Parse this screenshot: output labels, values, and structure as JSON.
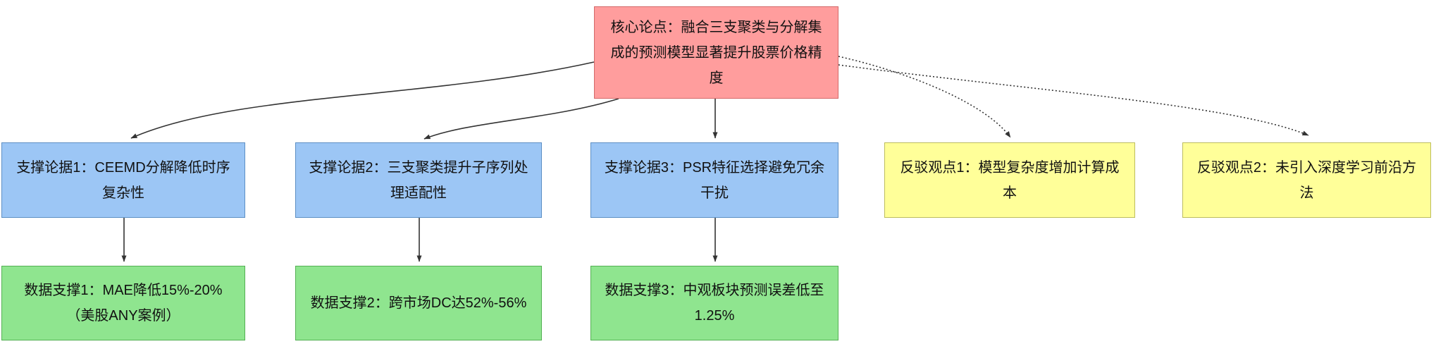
{
  "diagram": {
    "title": "argument-map",
    "nodes": {
      "core": {
        "label": "核心论点：融合三支聚类与分解集成的预测模型显著提升股票价格精度"
      },
      "support1": {
        "label": "支撑论据1：CEEMD分解降低时序复杂性"
      },
      "support2": {
        "label": "支撑论据2：三支聚类提升子序列处理适配性"
      },
      "support3": {
        "label": "支撑论据3：PSR特征选择避免冗余干扰"
      },
      "counter1": {
        "label": "反驳观点1：模型复杂度增加计算成本"
      },
      "counter2": {
        "label": "反驳观点2：未引入深度学习前沿方法"
      },
      "evidence1": {
        "label": "数据支撑1：MAE降低15%-20%（美股ANY案例）"
      },
      "evidence2": {
        "label": "数据支撑2：跨市场DC达52%-56%"
      },
      "evidence3": {
        "label": "数据支撑3：中观板块预测误差低至1.25%"
      }
    },
    "edges": {
      "solid": [
        "core->support1",
        "core->support2",
        "core->support3",
        "support1->evidence1",
        "support2->evidence2",
        "support3->evidence3"
      ],
      "dotted": [
        "core->counter1",
        "core->counter2"
      ]
    },
    "colors": {
      "core_fill": "#ff9d9d",
      "core_border": "#d46a6a",
      "support_fill": "#9cc6f5",
      "support_border": "#5d8fc4",
      "counter_fill": "#ffff99",
      "counter_border": "#bdbd5e",
      "evidence_fill": "#8fe58f",
      "evidence_border": "#54b054",
      "edge": "#333333",
      "text": "#111111",
      "background": "#ffffff"
    }
  }
}
